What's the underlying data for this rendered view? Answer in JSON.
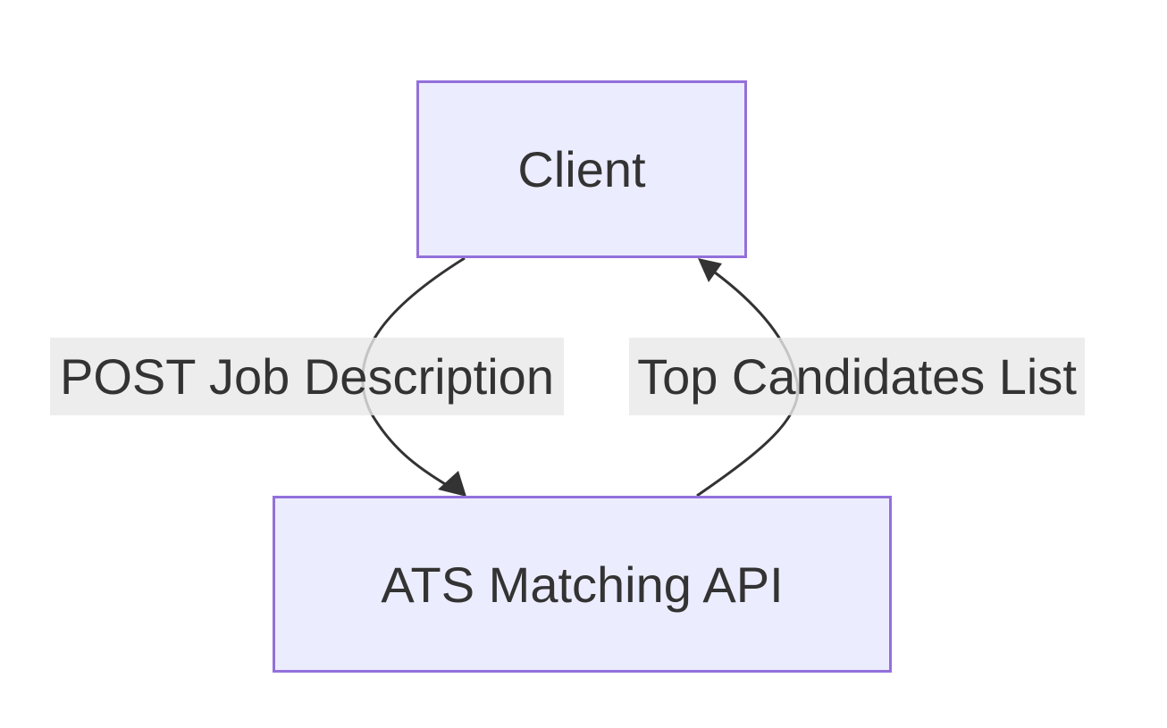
{
  "nodes": {
    "client": "Client",
    "api": "ATS Matching API"
  },
  "edges": {
    "request": "POST Job Description",
    "response": "Top Candidates List"
  },
  "colors": {
    "node_fill": "#ECECFF",
    "node_border": "#9370DB",
    "edge_stroke": "#333333",
    "label_background": "#E8E8E8",
    "text": "#333333"
  }
}
